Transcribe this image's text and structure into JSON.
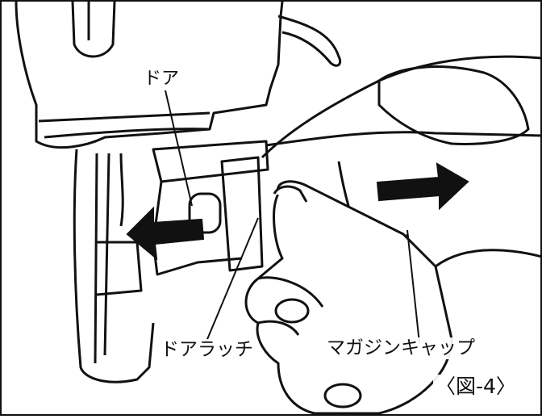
{
  "labels": {
    "door": "ドア",
    "door_latch": "ドアラッチ",
    "magazine_cap": "マガジンキャップ",
    "figure_number": "〈図-4〉"
  },
  "colors": {
    "ink": "#111111",
    "paper": "#ffffff",
    "arrow_fill": "#111111"
  },
  "icons": {
    "left_arrow": "left-arrow-icon",
    "right_arrow": "right-arrow-icon"
  }
}
